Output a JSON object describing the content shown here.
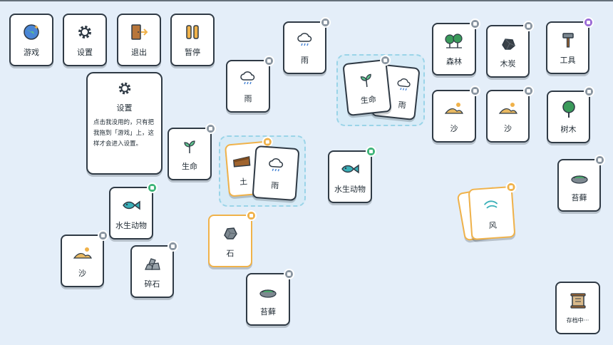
{
  "toolbar": {
    "game_label": "游戏",
    "settings_label": "设置",
    "exit_label": "退出",
    "pause_label": "暂停"
  },
  "tooltip": {
    "title": "设置",
    "text": "点击我没用的，只有把我拖到「游戏」上，这样才会进入设置。"
  },
  "cards": {
    "rain": "雨",
    "life": "生命",
    "soil": "土",
    "fish": "水生动物",
    "stone": "石",
    "gravel": "碎石",
    "sand": "沙",
    "moss": "苔藓",
    "forest": "森林",
    "charcoal": "木炭",
    "tool": "工具",
    "tree": "树木",
    "wind": "风"
  },
  "save": {
    "label": "存档中···"
  },
  "colors": {
    "background": "#e4eef9",
    "card_border": "#2f3a45",
    "accent_orange": "#f0b24a",
    "stack_outline": "#9ad4e8",
    "badge_grey": "#8b96a1",
    "badge_green": "#3fb57a",
    "badge_purple": "#9b6bd6"
  },
  "icons": [
    "globe-icon",
    "gear-icon",
    "exit-door-icon",
    "pause-icon",
    "cloud-rain-icon",
    "sprout-icon",
    "fish-icon",
    "rock-icon",
    "gravel-icon",
    "sand-icon",
    "moss-icon",
    "forest-icon",
    "charcoal-icon",
    "hammer-icon",
    "tree-icon",
    "wind-icon",
    "wood-icon",
    "scroll-icon"
  ]
}
